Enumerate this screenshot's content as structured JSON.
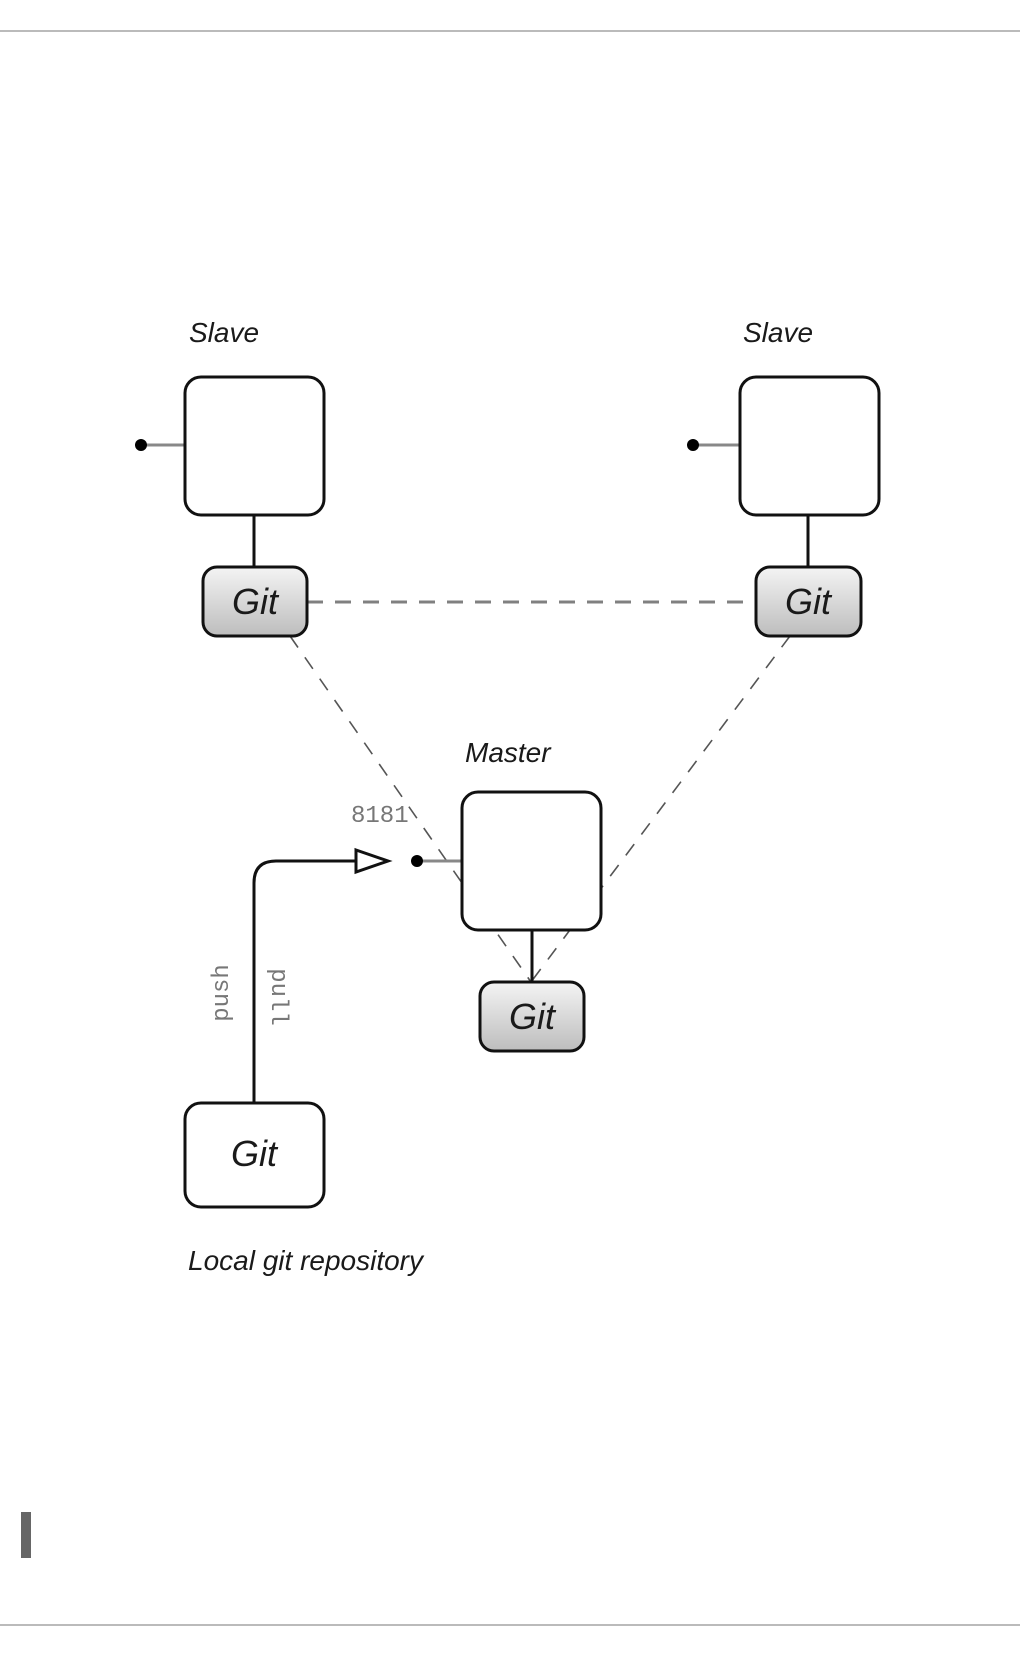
{
  "diagram": {
    "slave_left": {
      "label": "Slave",
      "git_label": "Git"
    },
    "slave_right": {
      "label": "Slave",
      "git_label": "Git"
    },
    "master": {
      "label": "Master",
      "git_label": "Git",
      "port": "8181"
    },
    "local_repo": {
      "git_label": "Git",
      "label": "Local git repository"
    },
    "arrow_labels": {
      "push": "push",
      "pull": "pull"
    }
  },
  "colors": {
    "stroke": "#111111",
    "dashed": "#777777",
    "rule": "#bbbbbb",
    "side_bar": "#666666"
  }
}
